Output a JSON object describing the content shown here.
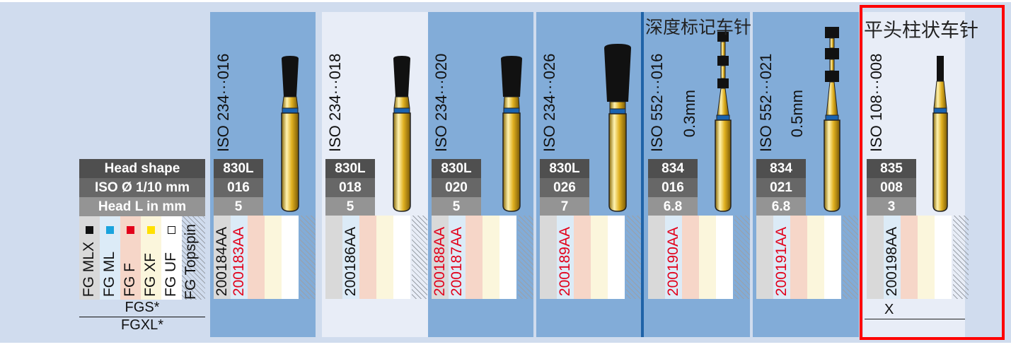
{
  "legend": {
    "rows": [
      "Head shape",
      "ISO Ø 1/10 mm",
      "Head L in mm"
    ],
    "grits": [
      {
        "label": "FG MLX",
        "swatch": "#111111"
      },
      {
        "label": "FG ML",
        "swatch": "#1aa3dd"
      },
      {
        "label": "FG F",
        "swatch": "#e2001a"
      },
      {
        "label": "FG XF",
        "swatch": "#ffe000"
      },
      {
        "label": "FG UF",
        "swatch": "#ffffff"
      },
      {
        "label": "FG Topspin",
        "swatch": ""
      }
    ],
    "fgs": "FGS*",
    "fgxl": "FGXL*"
  },
  "categories": {
    "depth_marker": "深度标记车针",
    "flat_cylinder": "平头柱状车针"
  },
  "products": [
    {
      "iso": "ISO 234···016",
      "sub": "",
      "shape": "830L",
      "iso_d": "016",
      "head_l": "5",
      "codes": [
        {
          "grit": "MLX",
          "text": "200184AA",
          "color": "black"
        },
        {
          "grit": "ML",
          "text": "200183AA",
          "color": "red"
        }
      ],
      "fgxl": ""
    },
    {
      "iso": "ISO 234···018",
      "sub": "",
      "shape": "830L",
      "iso_d": "018",
      "head_l": "5",
      "codes": [
        {
          "grit": "ML",
          "text": "200186AA",
          "color": "black"
        }
      ],
      "fgxl": ""
    },
    {
      "iso": "ISO 234···020",
      "sub": "",
      "shape": "830L",
      "iso_d": "020",
      "head_l": "5",
      "codes": [
        {
          "grit": "MLX",
          "text": "200188AA",
          "color": "red"
        },
        {
          "grit": "ML",
          "text": "200187AA",
          "color": "red"
        }
      ],
      "fgxl": ""
    },
    {
      "iso": "ISO 234···026",
      "sub": "",
      "shape": "830L",
      "iso_d": "026",
      "head_l": "7",
      "codes": [
        {
          "grit": "ML",
          "text": "200189AA",
          "color": "red"
        }
      ],
      "fgxl": ""
    },
    {
      "iso": "ISO 552···016",
      "sub": "0.3mm",
      "shape": "834",
      "iso_d": "016",
      "head_l": "6.8",
      "codes": [
        {
          "grit": "ML",
          "text": "200190AA",
          "color": "red"
        }
      ],
      "fgxl": ""
    },
    {
      "iso": "ISO 552···021",
      "sub": "0.5mm",
      "shape": "834",
      "iso_d": "021",
      "head_l": "6.8",
      "codes": [
        {
          "grit": "ML",
          "text": "200191AA",
          "color": "red"
        }
      ],
      "fgxl": ""
    },
    {
      "iso": "ISO 108···008",
      "sub": "",
      "shape": "835",
      "iso_d": "008",
      "head_l": "3",
      "codes": [
        {
          "grit": "ML",
          "text": "200198AA",
          "color": "black"
        }
      ],
      "fgxl": "X"
    }
  ],
  "colors": {
    "background": "#d0dcee",
    "column_blue": "#82acd8",
    "column_light": "#e8edf7",
    "highlight_box": "#ff0000",
    "code_red": "#e2001a"
  }
}
